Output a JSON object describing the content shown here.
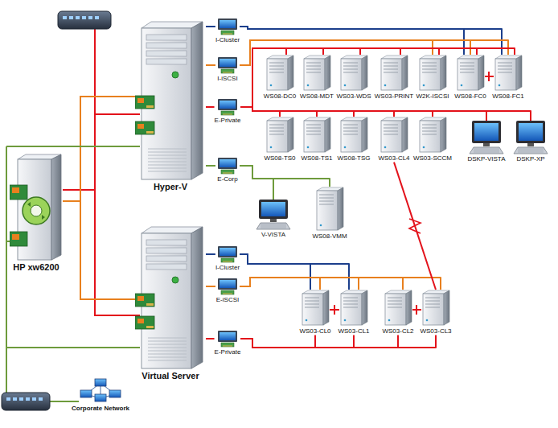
{
  "diagram": {
    "nodes": [
      {
        "text": [
          "Hyper-V"
        ]
      },
      {
        "text": [
          "I-Cluster"
        ]
      },
      {
        "text": [
          "I-iSCSI"
        ]
      },
      {
        "text": [
          "E-Private"
        ]
      },
      {
        "text": [
          "E-Corp"
        ]
      },
      {
        "text": [
          "WS08-DC0"
        ]
      },
      {
        "text": [
          "WS08-MDT"
        ]
      },
      {
        "text": [
          "WS03-WDS"
        ]
      },
      {
        "text": [
          "WS03-PRINT"
        ]
      },
      {
        "text": [
          "W2K-ISCSI"
        ]
      },
      {
        "text": [
          "WS08-FC0"
        ]
      },
      {
        "text": [
          "WS08-FC1"
        ]
      },
      {
        "text": [
          "WS08-TS0"
        ]
      },
      {
        "text": [
          "WS08-TS1"
        ]
      },
      {
        "text": [
          "WS08-TSG"
        ]
      },
      {
        "text": [
          "WS03-CL4"
        ]
      },
      {
        "text": [
          "WS03-SCCM"
        ]
      },
      {
        "text": [
          "DSKP-VISTA"
        ]
      },
      {
        "text": [
          "DSKP-XP"
        ]
      },
      {
        "text": [
          "V-VISTA"
        ]
      },
      {
        "text": [
          "WS08-VMM"
        ]
      },
      {
        "text": [
          "HP xw6200"
        ]
      },
      {
        "text": [
          "Virtual Server"
        ]
      },
      {
        "text": [
          "I-Cluster"
        ]
      },
      {
        "text": [
          "E-iSCSI"
        ]
      },
      {
        "text": [
          "E-Private"
        ]
      },
      {
        "text": [
          "WS03-CL0"
        ]
      },
      {
        "text": [
          "WS03-CL1"
        ]
      },
      {
        "text": [
          "WS03-CL2"
        ]
      },
      {
        "text": [
          "WS03-CL3"
        ]
      },
      {
        "text": [
          "Corporate Network"
        ]
      }
    ],
    "edges": [
      {
        "from": 0,
        "to": 1,
        "arrow": "none"
      },
      {
        "from": 0,
        "to": 2,
        "arrow": "none"
      },
      {
        "from": 0,
        "to": 3,
        "arrow": "none"
      },
      {
        "from": 0,
        "to": 4,
        "arrow": "none"
      },
      {
        "from": 1,
        "to": 10,
        "arrow": "none"
      },
      {
        "from": 1,
        "to": 11,
        "arrow": "none"
      },
      {
        "from": 2,
        "to": 9,
        "arrow": "none"
      },
      {
        "from": 2,
        "to": 10,
        "arrow": "none"
      },
      {
        "from": 2,
        "to": 11,
        "arrow": "none"
      },
      {
        "from": 3,
        "to": 5,
        "arrow": "none"
      },
      {
        "from": 3,
        "to": 6,
        "arrow": "none"
      },
      {
        "from": 3,
        "to": 7,
        "arrow": "none"
      },
      {
        "from": 3,
        "to": 8,
        "arrow": "none"
      },
      {
        "from": 3,
        "to": 9,
        "arrow": "none"
      },
      {
        "from": 3,
        "to": 10,
        "arrow": "none"
      },
      {
        "from": 3,
        "to": 11,
        "arrow": "none"
      },
      {
        "from": 3,
        "to": 12,
        "arrow": "none"
      },
      {
        "from": 3,
        "to": 13,
        "arrow": "none"
      },
      {
        "from": 3,
        "to": 14,
        "arrow": "none"
      },
      {
        "from": 3,
        "to": 15,
        "arrow": "none"
      },
      {
        "from": 3,
        "to": 16,
        "arrow": "none"
      },
      {
        "from": 3,
        "to": 17,
        "arrow": "none"
      },
      {
        "from": 3,
        "to": 18,
        "arrow": "none"
      },
      {
        "from": 4,
        "to": 19,
        "arrow": "none"
      },
      {
        "from": 4,
        "to": 20,
        "arrow": "none"
      },
      {
        "from": 22,
        "to": 23,
        "arrow": "none"
      },
      {
        "from": 22,
        "to": 24,
        "arrow": "none"
      },
      {
        "from": 22,
        "to": 25,
        "arrow": "none"
      },
      {
        "from": 23,
        "to": 26,
        "arrow": "none"
      },
      {
        "from": 23,
        "to": 27,
        "arrow": "none"
      },
      {
        "from": 24,
        "to": 26,
        "arrow": "none"
      },
      {
        "from": 24,
        "to": 27,
        "arrow": "none"
      },
      {
        "from": 24,
        "to": 28,
        "arrow": "none"
      },
      {
        "from": 24,
        "to": 29,
        "arrow": "none"
      },
      {
        "from": 25,
        "to": 26,
        "arrow": "none"
      },
      {
        "from": 25,
        "to": 27,
        "arrow": "none"
      },
      {
        "from": 25,
        "to": 28,
        "arrow": "none"
      },
      {
        "from": 25,
        "to": 29,
        "arrow": "none"
      },
      {
        "from": 15,
        "to": 29,
        "arrow": "none"
      }
    ]
  }
}
